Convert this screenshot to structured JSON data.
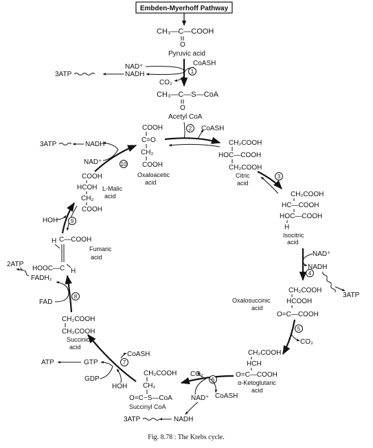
{
  "pathway_box": "Embden-Myerhoff Pathway",
  "steps": [
    "1",
    "2",
    "3",
    "4",
    "5",
    "6",
    "7",
    "8",
    "9",
    "10"
  ],
  "pyruvic": {
    "formula_left": "CH₃—C—COOH",
    "carbonyl_o": "O",
    "name": "Pyruvic acid"
  },
  "step1": {
    "nad": "NAD⁺",
    "nadh": "NADH",
    "coash": "CoASH",
    "co2": "CO₂",
    "atp": "3ATP"
  },
  "acetyl": {
    "formula": "CH₃—C—S—CoA",
    "carbonyl_o": "O",
    "name": "Acetyl CoA"
  },
  "oxaloacetic": {
    "l1": "COOH",
    "l2": "C=O",
    "l3": "CH₂",
    "l4": "COOH",
    "name1": "Oxaloacetic",
    "name2": "acid"
  },
  "step2": {
    "coash": "CoASH"
  },
  "citric": {
    "l1": "CH₂COOH",
    "l2": "HOC—COOH",
    "l3": "CH₂COOH",
    "name1": "Citric",
    "name2": "acid"
  },
  "isocitric": {
    "l1": "CH₂COOH",
    "l2": "HC—COOH",
    "l3": "HOC—COOH",
    "l4": "H",
    "name1": "Isocitric",
    "name2": "acid"
  },
  "step4": {
    "nad": "NAD⁺",
    "nadh": "NADH",
    "atp": "3ATP"
  },
  "oxalosuccinic": {
    "l1": "CH₂COOH",
    "l2": "HCOOH",
    "l3": "O=C—COOH",
    "name1": "Oxalosuccinic",
    "name2": "acid"
  },
  "step5": {
    "co2": "CO₂"
  },
  "ketoglutaric": {
    "l1": "CH₂COOH",
    "l2": "HCH",
    "l3": "O=C—COOH",
    "name1": "α-Ketoglutaric",
    "name2": "acid"
  },
  "step6": {
    "co2": "CO₂",
    "nad": "NAD⁺",
    "coash": "CoASH",
    "nadh": "NADH",
    "atp": "3ATP"
  },
  "succinyl": {
    "l1": "CH₂COOH",
    "l2": "CH₂",
    "l3": "O=C~S—CoA",
    "name": "Succinyl CoA"
  },
  "step7": {
    "coash": "CoASH",
    "gtp": "GTP",
    "atp": "ATP",
    "gdp": "GDP",
    "hoh": "HOH"
  },
  "succinic": {
    "l1": "CH₂COOH",
    "l2": "CH₂COOH",
    "name1": "Succinic",
    "name2": "acid"
  },
  "step8": {
    "fad": "FAD",
    "fadh2": "FADH₂",
    "atp": "2ATP"
  },
  "fumaric": {
    "l1": "H",
    "l2": "C—COOH",
    "l3": "HOOC—C",
    "l4": "H",
    "name1": "Fumaric",
    "name2": "acid"
  },
  "step9": {
    "hoh": "HOH"
  },
  "malic": {
    "l1": "COOH",
    "l2": "HCOH",
    "l3": "CH₂",
    "l4": "COOH",
    "name1": "L-Malic",
    "name2": "acid"
  },
  "step10": {
    "nad": "NAD⁺",
    "nadh": "NADH",
    "atp": "3ATP"
  },
  "caption": "Fig. 8.78 : The Krebs cycle."
}
